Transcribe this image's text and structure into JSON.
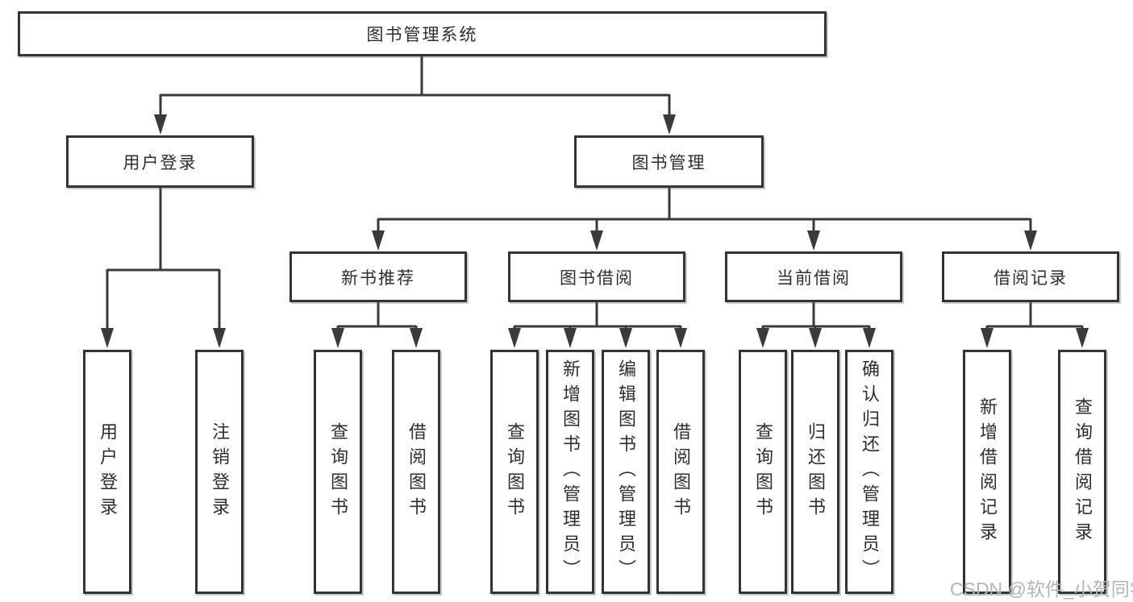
{
  "tree": {
    "root": {
      "label": "图书管理系统"
    },
    "branches": [
      {
        "label": "用户登录",
        "children": [
          {
            "label": "用户登录"
          },
          {
            "label": "注销登录"
          }
        ]
      },
      {
        "label": "图书管理",
        "children": [
          {
            "label": "新书推荐",
            "children": [
              {
                "label": "查询图书"
              },
              {
                "label": "借阅图书"
              }
            ]
          },
          {
            "label": "图书借阅",
            "children": [
              {
                "label": "查询图书"
              },
              {
                "label": "新增图书（管理员）"
              },
              {
                "label": "编辑图书（管理员）"
              },
              {
                "label": "借阅图书"
              }
            ]
          },
          {
            "label": "当前借阅",
            "children": [
              {
                "label": "查询图书"
              },
              {
                "label": "归还图书"
              },
              {
                "label": "确认归还（管理员）"
              }
            ]
          },
          {
            "label": "借阅记录",
            "children": [
              {
                "label": "新增借阅记录"
              },
              {
                "label": "查询借阅记录"
              }
            ]
          }
        ]
      }
    ]
  },
  "watermark": {
    "text": "CSDN @软件_小贺同学"
  },
  "colors": {
    "line": "#3a3a3a",
    "box_border": "#333333",
    "text": "#2e2e2e",
    "watermark": "#b4b4b4",
    "background": "#ffffff"
  }
}
